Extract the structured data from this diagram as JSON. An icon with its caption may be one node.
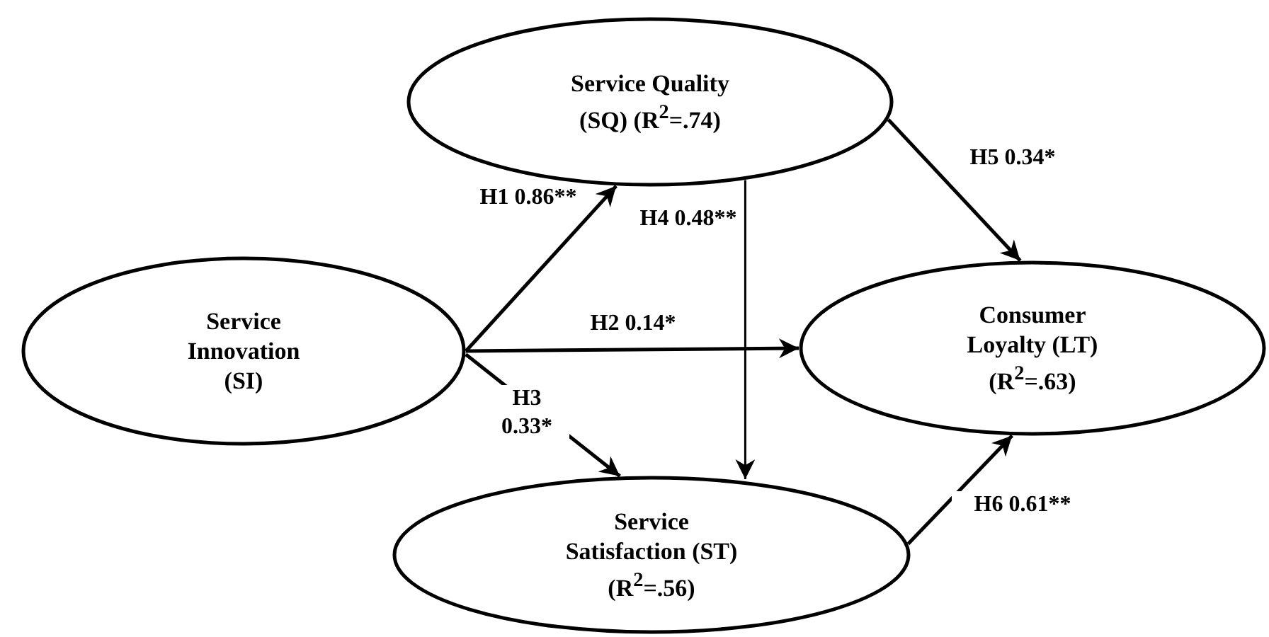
{
  "diagram": {
    "nodes": [
      {
        "text": [
          "Service Innovation (SI)"
        ]
      },
      {
        "text": [
          "Service Quality (SQ) (R$^{2}$=.74)"
        ]
      },
      {
        "text": [
          "Consumer Loyalty (LT) (R$^{2}$=.63)"
        ]
      },
      {
        "text": [
          "Service Satisfaction (ST) (R$^{2}$=.56)"
        ]
      }
    ],
    "edges": [
      {
        "from": 0,
        "to": 1,
        "arrow": "to",
        "label": "H1 0.86**"
      },
      {
        "from": 0,
        "to": 2,
        "arrow": "to",
        "label": "H2 0.14*"
      },
      {
        "from": 0,
        "to": 3,
        "arrow": "to",
        "label": "H3 0.33*"
      },
      {
        "from": 1,
        "to": 3,
        "arrow": "to",
        "label": "H4 0.48**"
      },
      {
        "from": 1,
        "to": 2,
        "arrow": "to",
        "label": "H5 0.34*"
      },
      {
        "from": 3,
        "to": 2,
        "arrow": "to",
        "label": "H6 0.61**"
      }
    ]
  }
}
